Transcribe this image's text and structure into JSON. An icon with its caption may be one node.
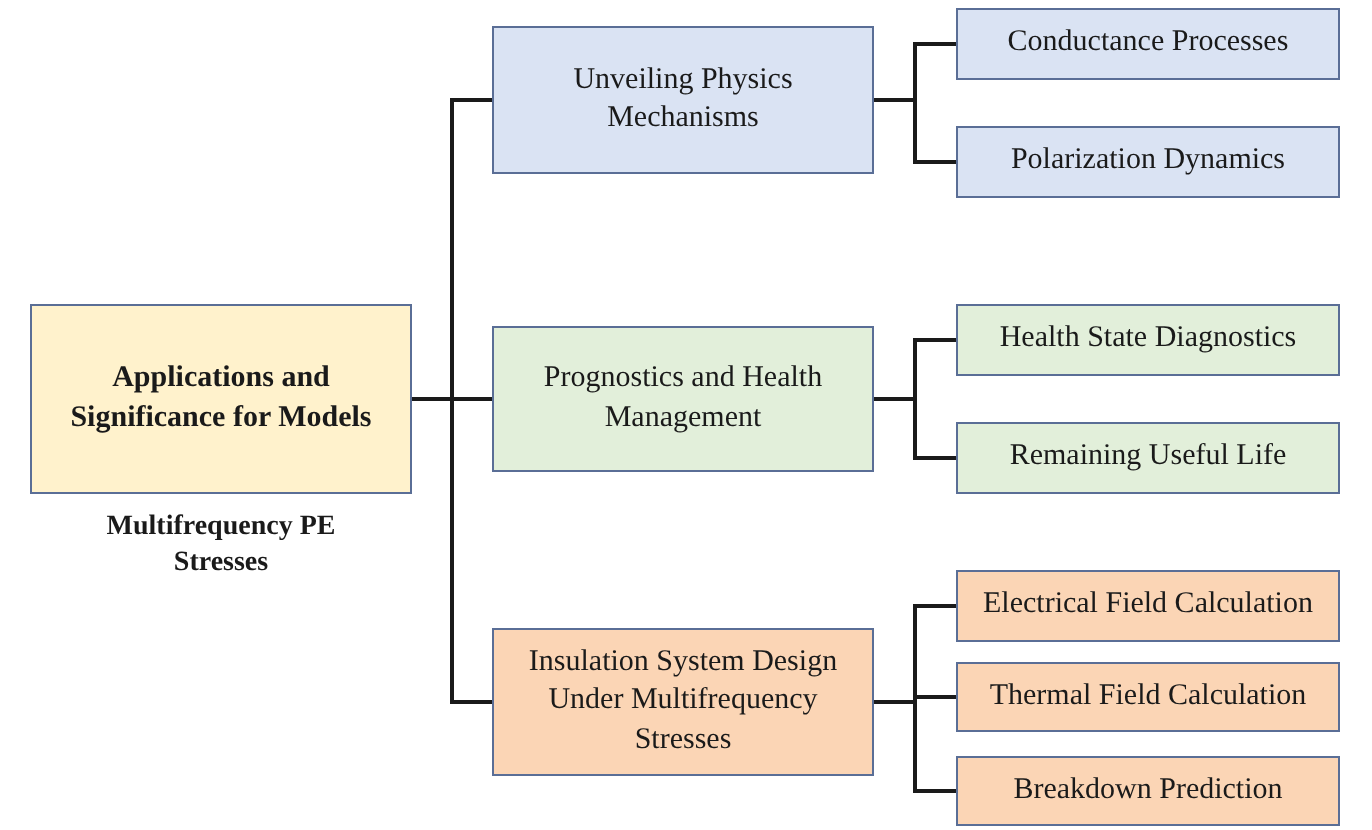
{
  "diagram": {
    "nodes": [
      {
        "text": [
          "Applications and Significance for Models"
        ],
        "beside": [
          "Multifrequency PE Stresses"
        ]
      },
      {
        "text": [
          "Unveiling Physics Mechanisms"
        ]
      },
      {
        "text": [
          "Prognostics and Health Management"
        ]
      },
      {
        "text": [
          "Insulation System Design Under Multifrequency Stresses"
        ]
      },
      {
        "text": [
          "Conductance Processes"
        ]
      },
      {
        "text": [
          "Polarization Dynamics"
        ]
      },
      {
        "text": [
          "Health State Diagnostics"
        ]
      },
      {
        "text": [
          "Remaining Useful Life"
        ]
      },
      {
        "text": [
          "Electrical Field Calculation"
        ]
      },
      {
        "text": [
          "Thermal Field Calculation"
        ]
      },
      {
        "text": [
          "Breakdown Prediction"
        ]
      }
    ],
    "edges": [
      {
        "from": 0,
        "to": 1,
        "arrow": "none"
      },
      {
        "from": 0,
        "to": 2,
        "arrow": "none"
      },
      {
        "from": 0,
        "to": 3,
        "arrow": "none"
      },
      {
        "from": 1,
        "to": 4,
        "arrow": "none"
      },
      {
        "from": 1,
        "to": 5,
        "arrow": "none"
      },
      {
        "from": 2,
        "to": 6,
        "arrow": "none"
      },
      {
        "from": 2,
        "to": 7,
        "arrow": "none"
      },
      {
        "from": 3,
        "to": 8,
        "arrow": "none"
      },
      {
        "from": 3,
        "to": 9,
        "arrow": "none"
      },
      {
        "from": 3,
        "to": 10,
        "arrow": "none"
      }
    ]
  }
}
